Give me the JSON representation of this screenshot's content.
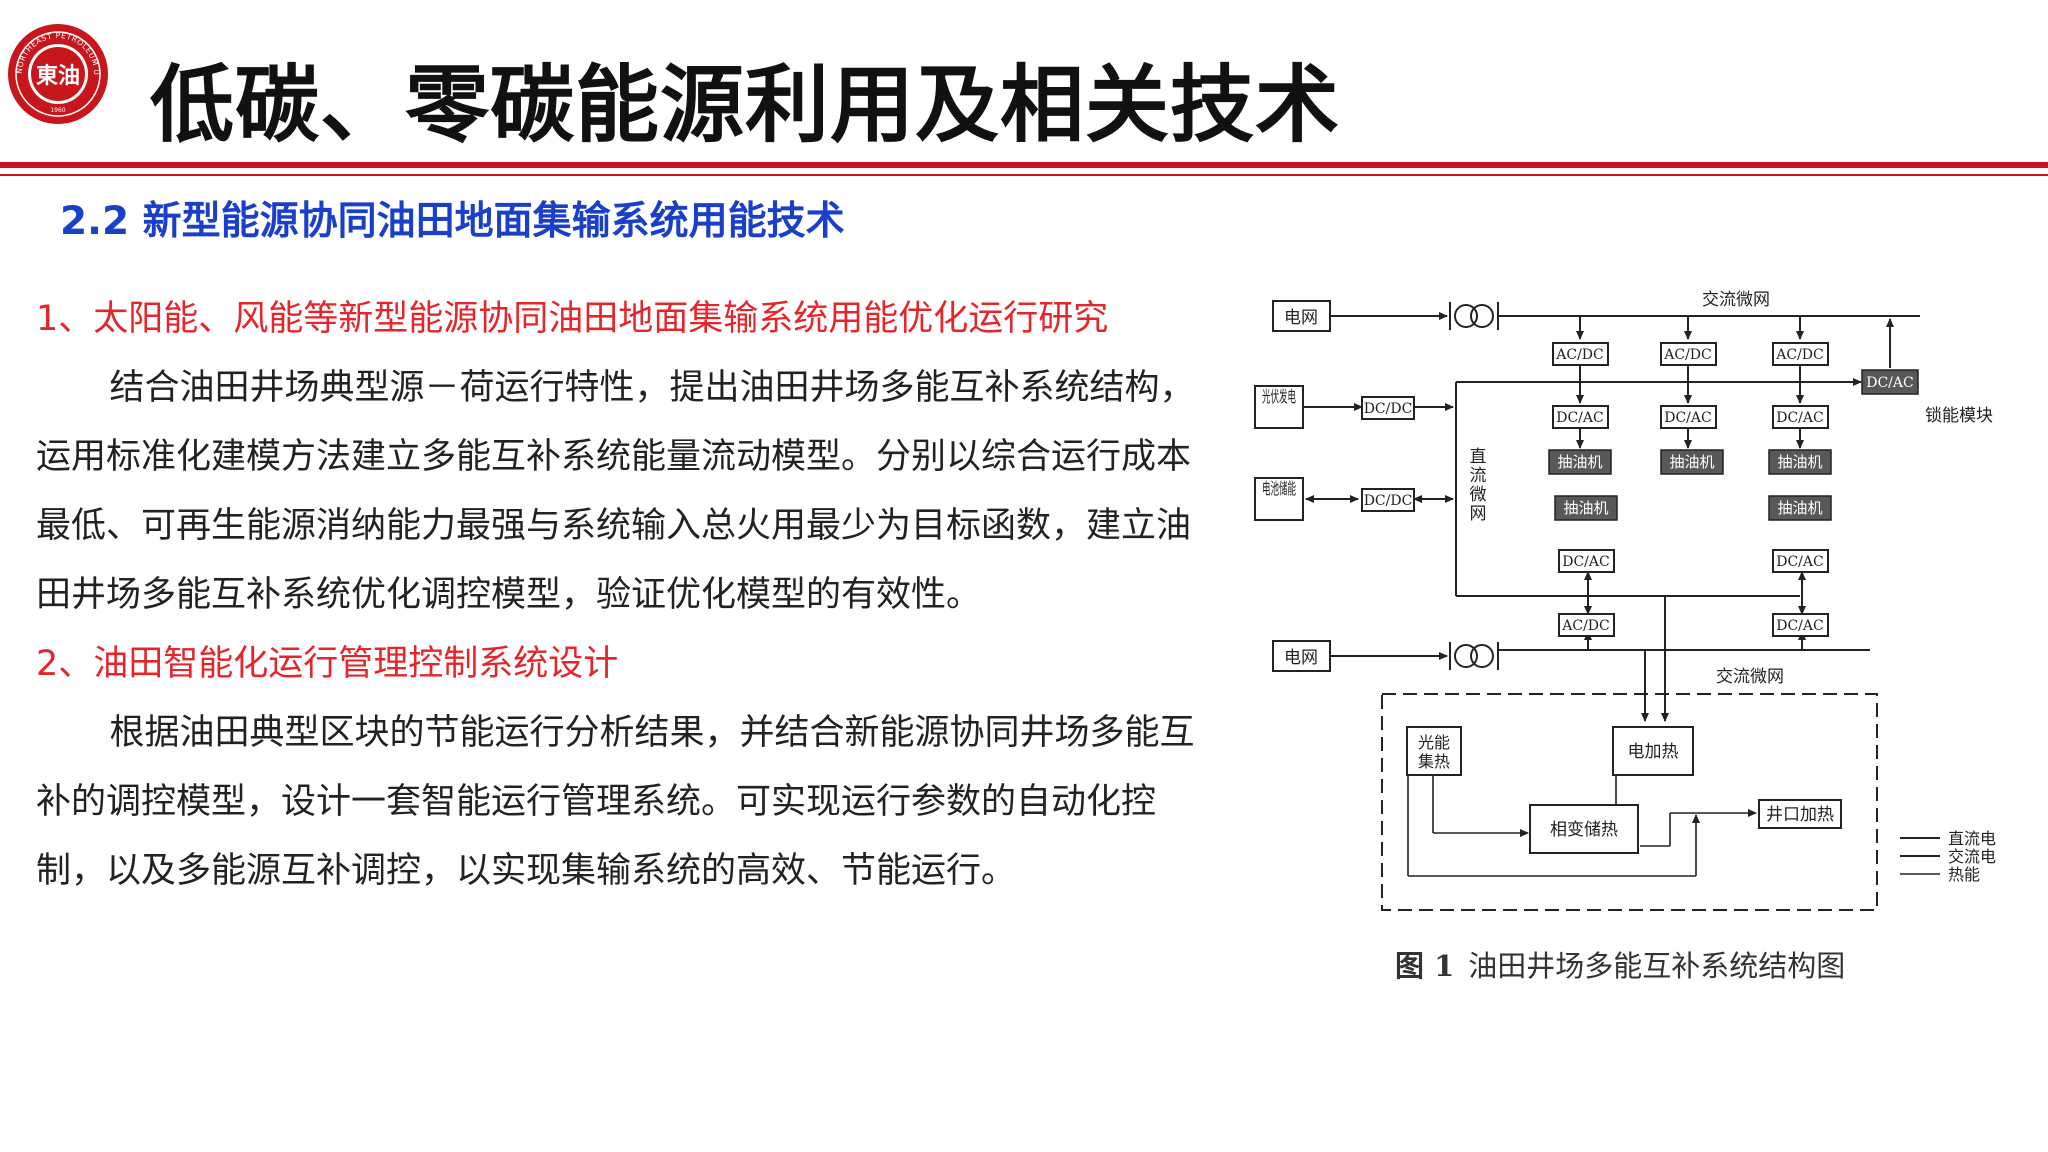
{
  "header": {
    "logo": {
      "center_text": "東油",
      "ring_text": "NORTHEAST PETROLEUM UNIVERSITY",
      "year": "1960",
      "colors": {
        "primary": "#c8161d"
      }
    },
    "title": "低碳、零碳能源利用及相关技术"
  },
  "section": {
    "heading": "2.2 新型能源协同油田地面集输系统用能技术"
  },
  "content": {
    "item1_title": "1、太阳能、风能等新型能源协同油田地面集输系统用能优化运行研究",
    "item1_body": "结合油田井场典型源－荷运行特性，提出油田井场多能互补系统结构，运用标准化建模方法建立多能互补系统能量流动模型。分别以综合运行成本最低、可再生能源消纳能力最强与系统输入总火用最少为目标函数，建立油田井场多能互补系统优化调控模型，验证优化模型的有效性。",
    "item2_title": "2、油田智能化运行管理控制系统设计",
    "item2_body": "根据油田典型区块的节能运行分析结果，并结合新能源协同井场多能互补的调控模型，设计一套智能运行管理系统。可实现运行参数的自动化控制，以及多能源互补调控，以实现集输系统的高效、节能运行。"
  },
  "diagram": {
    "grid_top": "电网",
    "grid_bottom": "电网",
    "ac_microgrid_top": "交流微网",
    "ac_microgrid_bottom": "交流微网",
    "pv": "光伏发电",
    "battery": "电池储能",
    "dc_microgrid": "直流微网",
    "dcdc": "DC/DC",
    "acdc": "AC/DC",
    "dcac": "DC/AC",
    "pump": "抽油机",
    "energy_lock_module": "锁能模块",
    "solar_heat": "光能集热",
    "electric_heating": "电加热",
    "phase_change_storage": "相变储热",
    "wellhead_heating": "井口加热",
    "legend": [
      "直流电",
      "交流电",
      "热能"
    ],
    "caption_label": "图 1",
    "caption_text": "油田井场多能互补系统结构图",
    "colors": {
      "line": "#222222",
      "pump_fill": "#585858",
      "pump_text": "#ffffff"
    }
  }
}
